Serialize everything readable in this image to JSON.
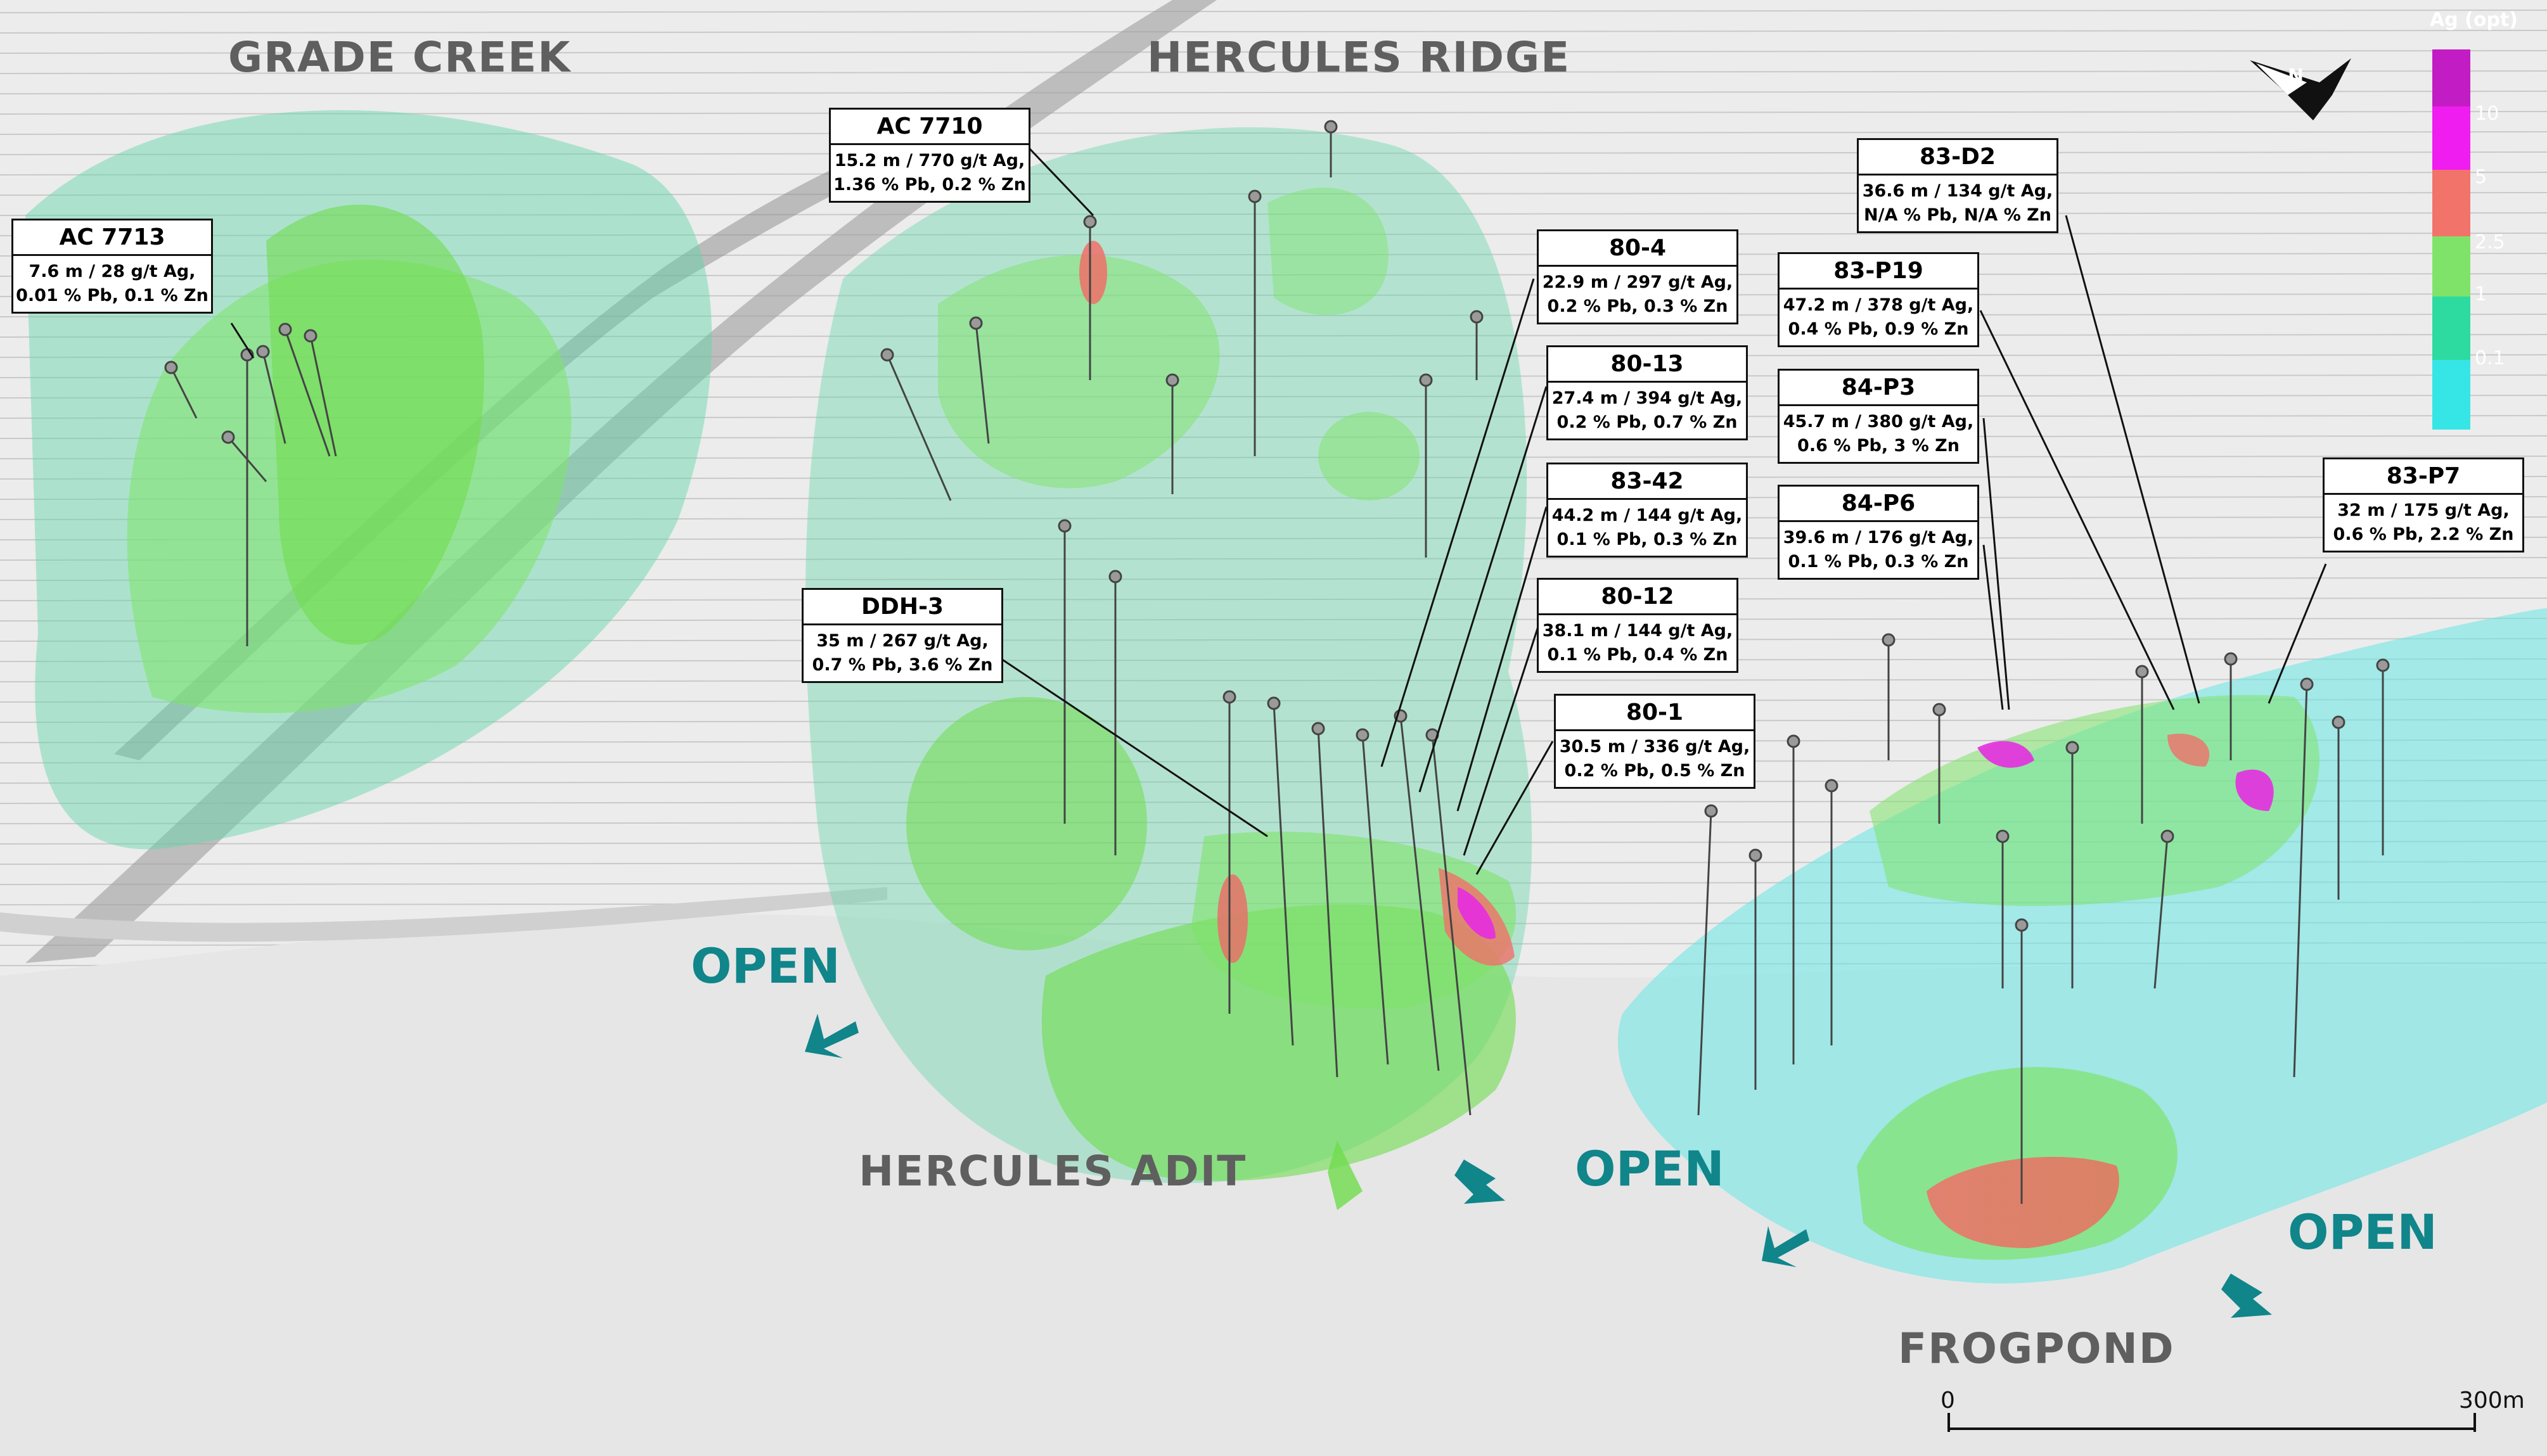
{
  "regions": {
    "grade_creek": "GRADE CREEK",
    "hercules_ridge": "HERCULES RIDGE",
    "hercules_adit": "HERCULES ADIT",
    "frogpond": "FROGPOND"
  },
  "open_label": "OPEN",
  "callouts": [
    {
      "id": "AC 7713",
      "line1": "7.6 m / 28 g/t Ag,",
      "line2": "0.01 % Pb, 0.1 % Zn"
    },
    {
      "id": "AC 7710",
      "line1": "15.2 m / 770 g/t Ag,",
      "line2": "1.36 % Pb, 0.2 % Zn"
    },
    {
      "id": "DDH-3",
      "line1": "35 m / 267 g/t Ag,",
      "line2": "0.7 % Pb, 3.6 % Zn"
    },
    {
      "id": "80-4",
      "line1": "22.9 m / 297 g/t Ag,",
      "line2": "0.2 % Pb, 0.3 % Zn"
    },
    {
      "id": "80-13",
      "line1": "27.4 m / 394 g/t Ag,",
      "line2": "0.2 % Pb, 0.7 % Zn"
    },
    {
      "id": "83-42",
      "line1": "44.2 m / 144 g/t Ag,",
      "line2": "0.1 % Pb, 0.3 % Zn"
    },
    {
      "id": "80-12",
      "line1": "38.1 m / 144 g/t Ag,",
      "line2": "0.1 % Pb, 0.4 % Zn"
    },
    {
      "id": "80-1",
      "line1": "30.5 m / 336 g/t Ag,",
      "line2": "0.2 % Pb, 0.5 % Zn"
    },
    {
      "id": "83-D2",
      "line1": "36.6 m / 134 g/t Ag,",
      "line2": "N/A % Pb, N/A % Zn"
    },
    {
      "id": "83-P19",
      "line1": "47.2 m / 378 g/t Ag,",
      "line2": "0.4 % Pb, 0.9 % Zn"
    },
    {
      "id": "84-P3",
      "line1": "45.7 m / 380 g/t Ag,",
      "line2": "0.6 % Pb, 3 % Zn"
    },
    {
      "id": "84-P6",
      "line1": "39.6 m / 176 g/t Ag,",
      "line2": "0.1 % Pb, 0.3 % Zn"
    },
    {
      "id": "83-P7",
      "line1": "32 m / 175 g/t Ag,",
      "line2": "0.6 % Pb, 2.2 % Zn"
    }
  ],
  "legend": {
    "title": "Ag (opt)",
    "ticks": [
      "10",
      "5",
      "2.5",
      "1",
      "0.1"
    ],
    "colors": [
      "#c21cc4",
      "#f01df0",
      "#f2736a",
      "#7fe36a",
      "#2ddba0",
      "#36e6e6"
    ]
  },
  "north": {
    "label": "N"
  },
  "scale": {
    "start": "0",
    "end": "300m"
  },
  "colors": {
    "open_text": "#10858a",
    "region_text": "#5f5f5f",
    "halo": "#5fd6a8",
    "ore_green": "#6fdc4c",
    "cyan_body": "#66e8e6",
    "high_grade": "#f0706a",
    "magenta": "#e52ee0"
  },
  "icons": [
    "north-arrow-icon",
    "direction-arrow-icon"
  ]
}
